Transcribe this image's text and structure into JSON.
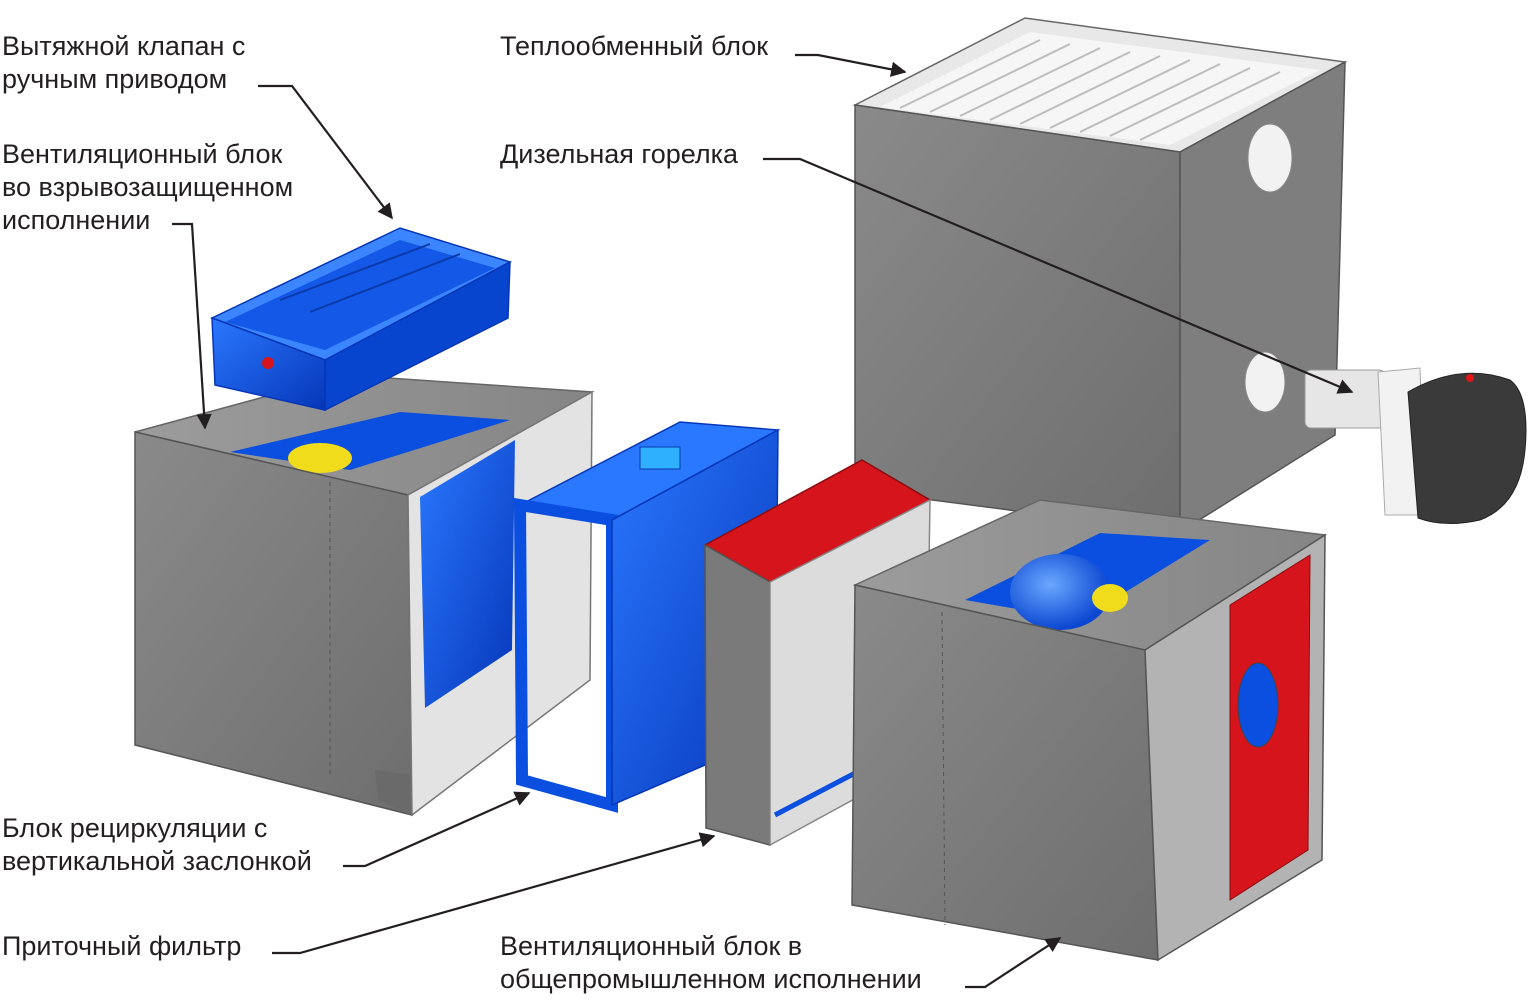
{
  "labels": {
    "exhaust_valve": {
      "line1": "Вытяжной клапан с",
      "line2": "ручным приводом"
    },
    "explosion_proof_vent": {
      "line1": "Вентиляционный блок",
      "line2": "во взрывозащищенном",
      "line3": "исполнении"
    },
    "heat_exchanger": {
      "line1": "Теплообменный блок"
    },
    "diesel_burner": {
      "line1": "Дизельная горелка"
    },
    "recirculation_block": {
      "line1": "Блок рециркуляции с",
      "line2": "вертикальной заслонкой"
    },
    "supply_filter": {
      "line1": "Приточный фильтр"
    },
    "industrial_vent": {
      "line1": "Вентиляционный блок в",
      "line2": "общепромышленном исполнении"
    }
  },
  "colors": {
    "casing_gray": "#7b7b7b",
    "casing_dark": "#5e5e5e",
    "panel_light": "#d9d9d9",
    "accent_blue": "#0a4fe0",
    "accent_red": "#d5141b",
    "fan_yellow": "#f0dc1a",
    "burner_dark": "#3a3a3a",
    "text": "#231f20"
  }
}
